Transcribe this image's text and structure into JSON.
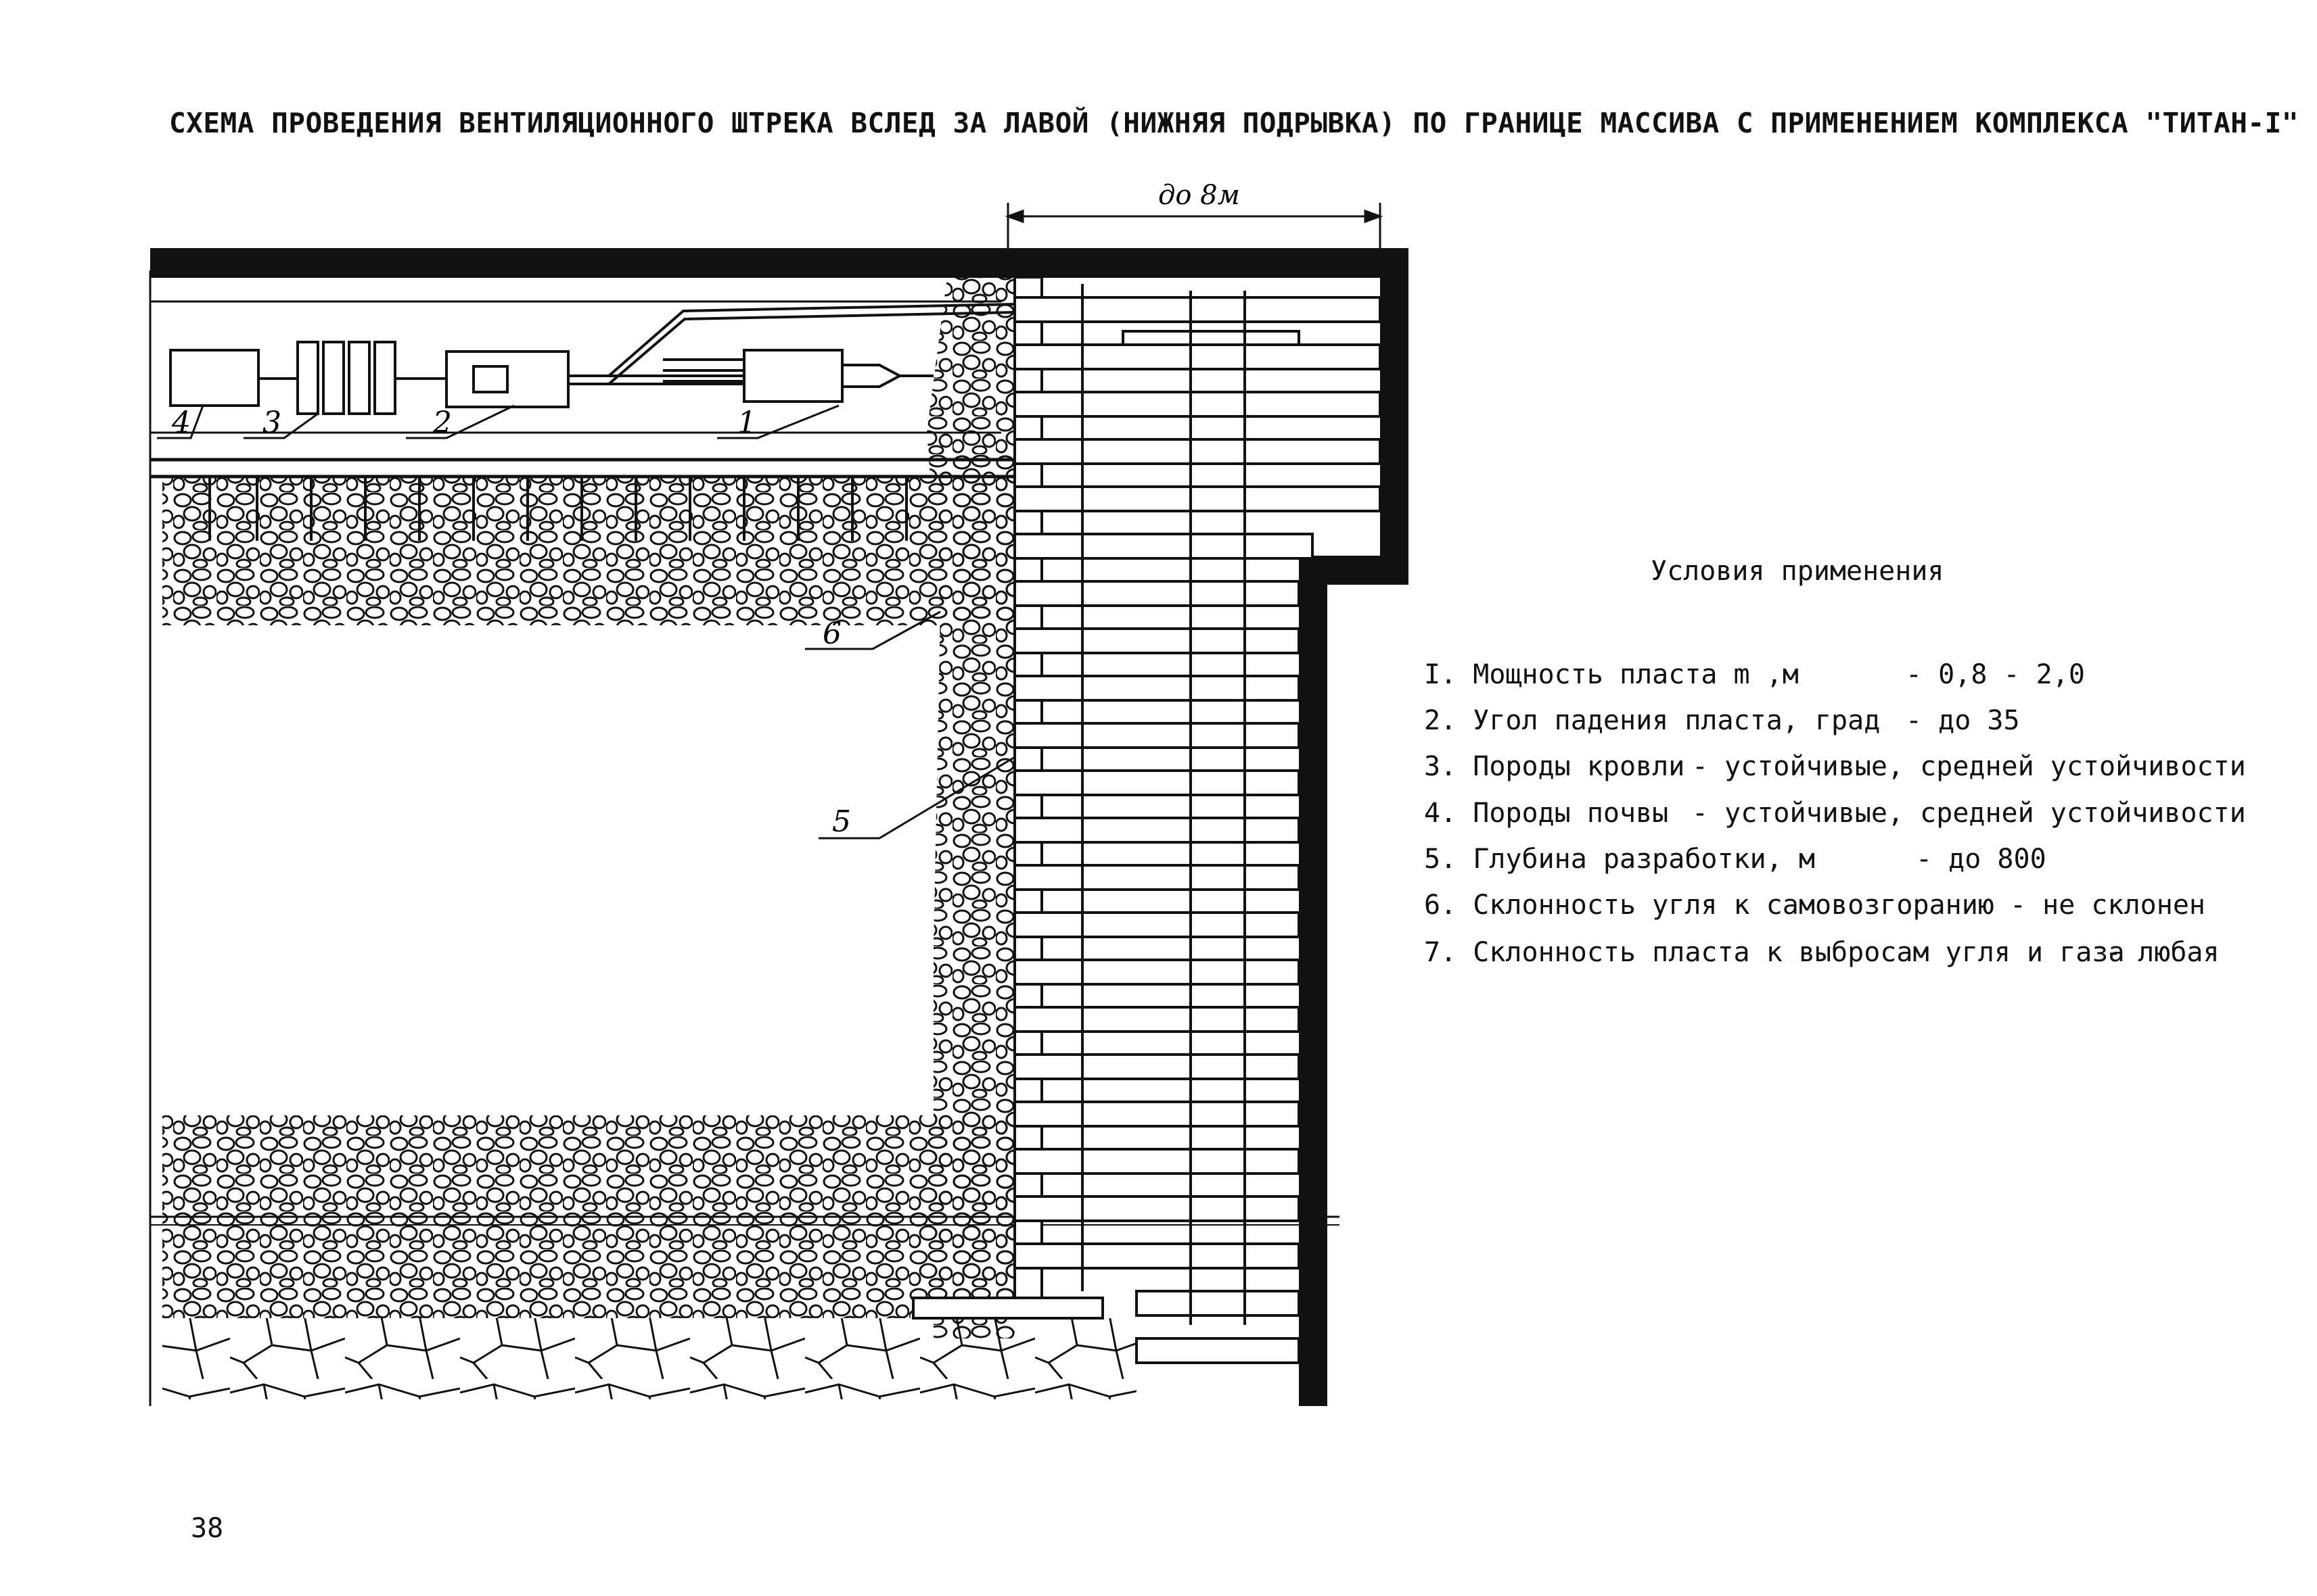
{
  "title": "СХЕМА ПРОВЕДЕНИЯ ВЕНТИЛЯЦИОННОГО ШТРЕКА ВСЛЕД ЗА ЛАВОЙ (НИЖНЯЯ ПОДРЫВКА) ПО ГРАНИЦЕ МАССИВА С ПРИМЕНЕНИЕМ КОМПЛЕКСА \"ТИТАН-I\"",
  "dimension_label": "до 8м",
  "callouts": [
    "1",
    "2",
    "3",
    "4",
    "5",
    "6"
  ],
  "conditions": {
    "title": "Условия применения",
    "items": [
      {
        "label": "I. Мощность пласта m ,м",
        "value": "- 0,8 - 2,0"
      },
      {
        "label": "2. Угол падения пласта, град",
        "value": "- до 35"
      },
      {
        "label": "3. Породы кровли",
        "value": "- устойчивые, средней устойчивости"
      },
      {
        "label": "4. Породы почвы",
        "value": "- устойчивые, средней устойчивости"
      },
      {
        "label": "5. Глубина разработки, м",
        "value": "- до 800"
      },
      {
        "label": "6. Склонность угля к самовозгоранию",
        "value": "- не склонен"
      },
      {
        "label": "7. Склонность пласта к выбросам угля и газа",
        "value": "- любая"
      }
    ]
  },
  "page_number": "38"
}
